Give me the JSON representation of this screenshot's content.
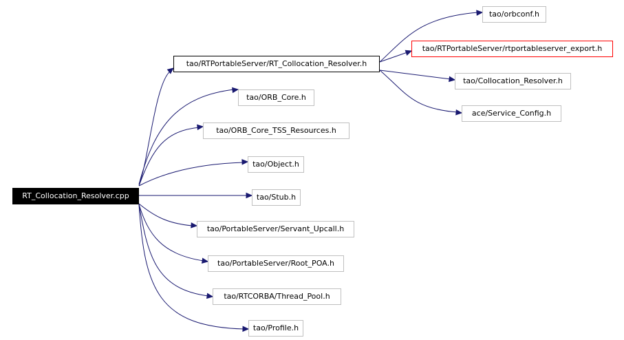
{
  "graph": {
    "root": "RT_Collocation_Resolver.cpp",
    "hub": "tao/RTPortableServer/RT_Collocation_Resolver.h",
    "hub_includes": [
      "tao/orbconf.h",
      "tao/RTPortableServer/rtportableserver_export.h",
      "tao/Collocation_Resolver.h",
      "ace/Service_Config.h"
    ],
    "root_includes": [
      "tao/ORB_Core.h",
      "tao/ORB_Core_TSS_Resources.h",
      "tao/Object.h",
      "tao/Stub.h",
      "tao/PortableServer/Servant_Upcall.h",
      "tao/PortableServer/Root_POA.h",
      "tao/RTCORBA/Thread_Pool.h",
      "tao/Profile.h"
    ]
  },
  "colors": {
    "edge": "#191970",
    "node_border": "#bfbfbf",
    "highlight_border": "#ff0000",
    "root_fill": "#000000",
    "root_text": "#ffffff"
  }
}
